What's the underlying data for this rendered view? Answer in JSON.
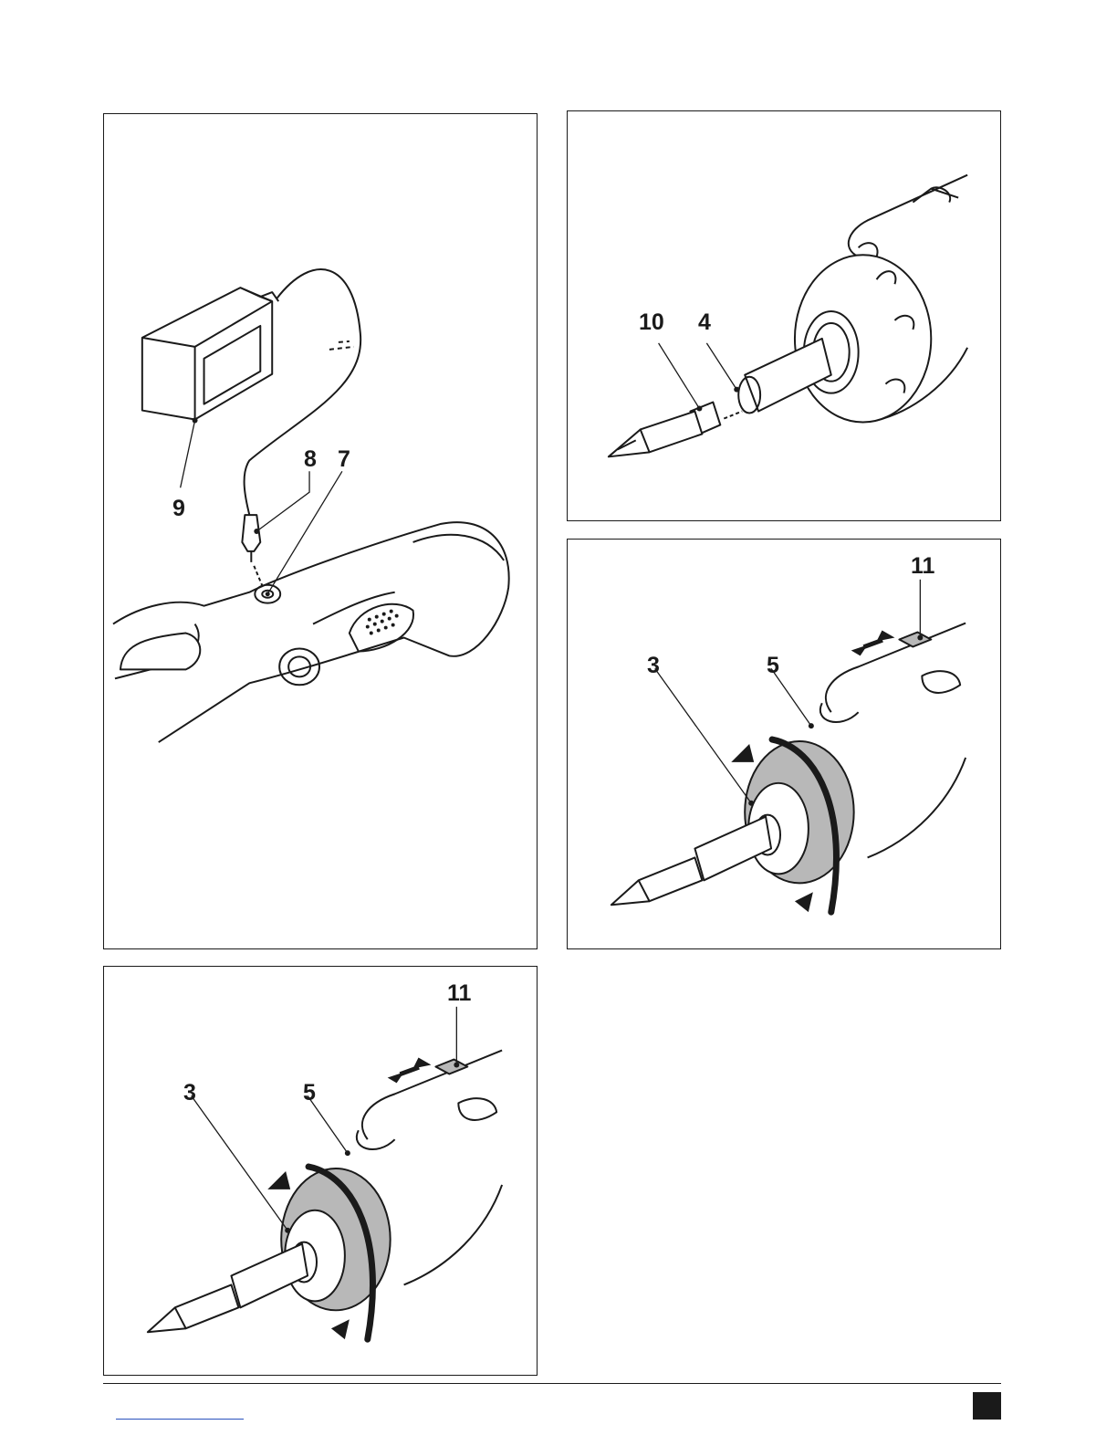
{
  "figures": [
    {
      "id": "charging",
      "labels": {
        "adapter": "9",
        "plug": "8",
        "socket": "7"
      }
    },
    {
      "id": "bit-insertion",
      "labels": {
        "bit": "10",
        "bit-holder": "4"
      }
    },
    {
      "id": "torque-collar-a",
      "labels": {
        "collar": "3",
        "led": "5",
        "switch": "11"
      }
    },
    {
      "id": "torque-collar-b",
      "labels": {
        "collar": "3",
        "led": "5",
        "switch": "11"
      }
    }
  ],
  "colors": {
    "line": "#1a1a1a",
    "collar_fill": "#b8b8b8",
    "link": "#2a52be"
  }
}
